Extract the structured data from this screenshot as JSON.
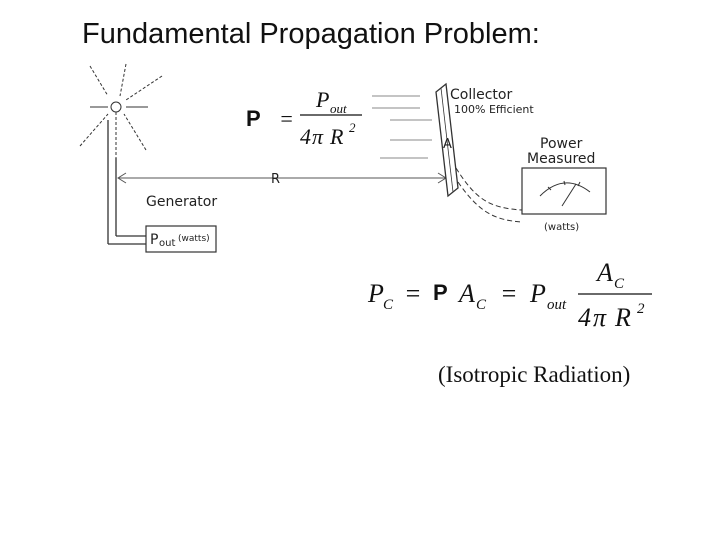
{
  "title": "Fundamental Propagation Problem:",
  "diagram": {
    "collector_label": "Collector",
    "collector_efficiency": "100% Efficient",
    "area_label": "A",
    "power_label_1": "Power",
    "power_label_2": "Measured",
    "watts_meter": "(watts)",
    "distance_label": "R",
    "generator_label": "Generator",
    "pout_symbol": "P",
    "pout_sub": "out",
    "pout_units": "(watts)"
  },
  "equation1": {
    "lhs": "P",
    "equals": "=",
    "num_P": "P",
    "num_sub": "out",
    "den_coef": "4",
    "den_pi": "π",
    "den_R": "R",
    "den_exp": "2"
  },
  "equation2": {
    "P": "P",
    "sub_C": "C",
    "eq1": "=",
    "bold_P": "P",
    "A": "A",
    "sub_C2": "C",
    "eq2": "=",
    "P2": "P",
    "sub_out": "out",
    "num_A": "A",
    "num_sub": "C",
    "den_coef": "4",
    "den_pi": "π",
    "den_R": "R",
    "den_exp": "2"
  },
  "caption": "(Isotropic Radiation)"
}
